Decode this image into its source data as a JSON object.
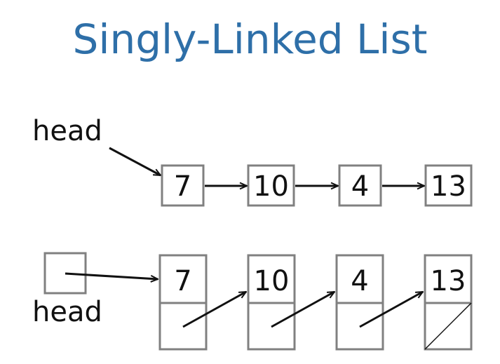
{
  "title": "Singly-Linked List",
  "colors": {
    "title": "#2e6fa8",
    "box_stroke": "#808080",
    "arrow": "#111111"
  },
  "diagram_top": {
    "head_label": "head",
    "nodes": [
      {
        "value": "7"
      },
      {
        "value": "10"
      },
      {
        "value": "4"
      },
      {
        "value": "13"
      }
    ]
  },
  "diagram_bottom": {
    "head_label": "head",
    "nodes": [
      {
        "value": "7",
        "next": "pointer"
      },
      {
        "value": "10",
        "next": "pointer"
      },
      {
        "value": "4",
        "next": "pointer"
      },
      {
        "value": "13",
        "next": "null"
      }
    ]
  }
}
